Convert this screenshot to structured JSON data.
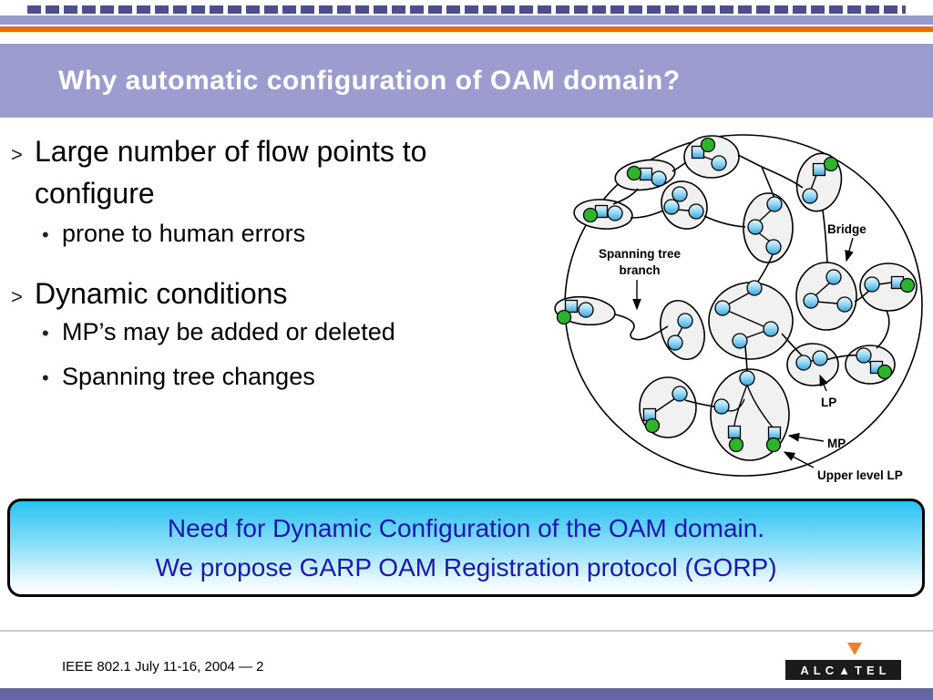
{
  "slide": {
    "title": "Why automatic configuration of OAM domain?",
    "decoration": {
      "dash_bar_color": "#4e4e8e",
      "lavender_bar_color": "#9a9acb",
      "orange_bar_color": "#f06a0e",
      "title_band_color": "#9c9ccf",
      "bottom_bar_color": "#6767a7"
    },
    "bullets": {
      "b1": {
        "marker": ">",
        "text": "Large number of flow points to configure"
      },
      "b2": {
        "marker": "•",
        "text": "prone to human errors"
      },
      "b3": {
        "marker": ">",
        "text": "Dynamic conditions"
      },
      "b4": {
        "marker": "•",
        "text": "MP’s may be added or deleted"
      },
      "b5": {
        "marker": "•",
        "text": "Spanning tree changes"
      }
    },
    "diagram": {
      "labels": {
        "bridge": "Bridge",
        "spanning_tree_line1": "Spanning tree",
        "spanning_tree_line2": "branch",
        "lp": "LP",
        "mp": "MP",
        "upper_level_lp": "Upper level LP"
      },
      "legend": {
        "ellipse_meaning": "Bridge",
        "line_meaning": "Spanning tree branch",
        "blue_circle_meaning": "LP",
        "blue_square_meaning": "MP",
        "green_circle_meaning": "Upper level LP"
      },
      "colors": {
        "bridge_fill": "#f1f1f1",
        "port_blue_light": "#e8f7fd",
        "port_blue": "#38a3dc",
        "upper_lp_green": "#2db42d"
      }
    },
    "callout": {
      "line1": "Need for Dynamic Configuration of the OAM domain.",
      "line2": "We propose GARP OAM Registration protocol (GORP)",
      "text_color": "#1a18ae",
      "gradient_top_color": "#29c2f0"
    },
    "footer": {
      "left_text": "IEEE 802.1 July 11-16, 2004 — 2",
      "logo_text": "ALC▲TEL"
    }
  }
}
